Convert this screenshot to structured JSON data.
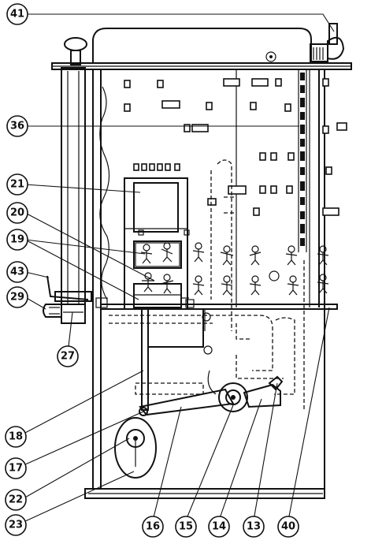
{
  "callouts": {
    "c41": "41",
    "c36": "36",
    "c21": "21",
    "c20": "20",
    "c19": "19",
    "c43": "43",
    "c29": "29",
    "c27": "27",
    "c18": "18",
    "c17": "17",
    "c22": "22",
    "c23": "23",
    "c16": "16",
    "c15": "15",
    "c14": "14",
    "c13": "13",
    "c40": "40"
  }
}
